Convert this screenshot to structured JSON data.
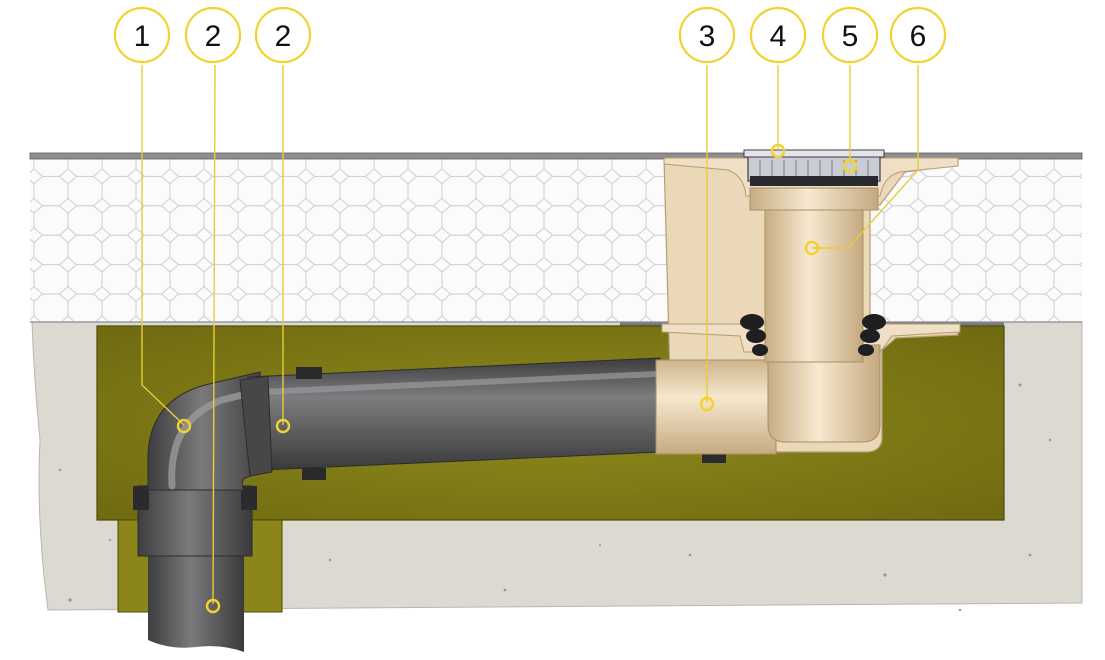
{
  "diagram": {
    "type": "cross-section",
    "callouts": [
      {
        "id": "c1",
        "label": "1",
        "target": "pipe-elbow"
      },
      {
        "id": "c2a",
        "label": "2",
        "target": "vertical-pipe"
      },
      {
        "id": "c2b",
        "label": "2",
        "target": "horizontal-pipe"
      },
      {
        "id": "c3",
        "label": "3",
        "target": "drain-outlet-spigot"
      },
      {
        "id": "c4",
        "label": "4",
        "target": "grating"
      },
      {
        "id": "c5",
        "label": "5",
        "target": "grating-frame"
      },
      {
        "id": "c6",
        "label": "6",
        "target": "extension-riser"
      }
    ],
    "colors": {
      "callout_ring": "#f2d22e",
      "callout_line": "#e8cc3a",
      "concrete": "#dedbd2",
      "insulation_fill": "#7f7a12",
      "screed": "#fafafa",
      "pipe_dark": "#5b5b5d",
      "pipe_highlight": "#8a8a8c",
      "drain_body": "#ead7b7",
      "seal_black": "#222222"
    }
  }
}
